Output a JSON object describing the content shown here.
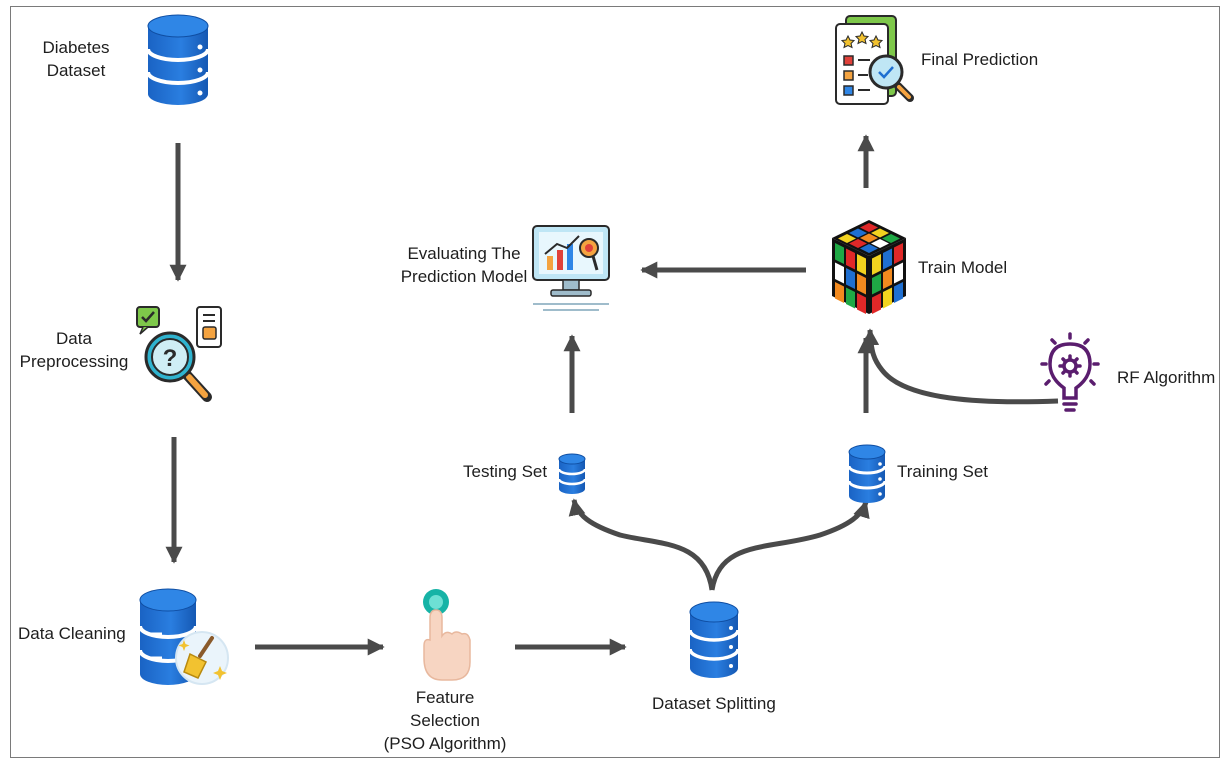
{
  "labels": {
    "diabetes_dataset": [
      "Diabetes",
      "Dataset"
    ],
    "data_preprocessing": [
      "Data",
      "Preprocessing"
    ],
    "data_cleaning": "Data Cleaning",
    "feature_selection": [
      "Feature",
      "Selection",
      "(PSO Algorithm)"
    ],
    "dataset_splitting": "Dataset Splitting",
    "testing_set": "Testing Set",
    "training_set": "Training Set",
    "evaluating_model": [
      "Evaluating The",
      "Prediction Model"
    ],
    "train_model": "Train Model",
    "rf_algorithm": "RF Algorithm",
    "final_prediction": "Final Prediction"
  },
  "icons": {
    "diabetes_dataset": "database-icon",
    "data_preprocessing": "magnifier-question-icon",
    "data_cleaning": "database-broom-icon",
    "feature_selection": "finger-tap-icon",
    "dataset_splitting": "database-icon",
    "testing_set": "database-icon",
    "training_set": "database-icon",
    "evaluating_model": "monitor-chart-icon",
    "train_model": "rubiks-cube-icon",
    "rf_algorithm": "lightbulb-gear-icon",
    "final_prediction": "checklist-magnifier-icon"
  },
  "colors": {
    "database_blue": "#1f6fd1",
    "database_dark": "#0d4ea6",
    "arrow": "#4a4a4a",
    "frame": "#7a7a7a",
    "rf_purple": "#5a1d6e",
    "magnifier_orange": "#f4a340",
    "tap_teal": "#16b3a6"
  }
}
